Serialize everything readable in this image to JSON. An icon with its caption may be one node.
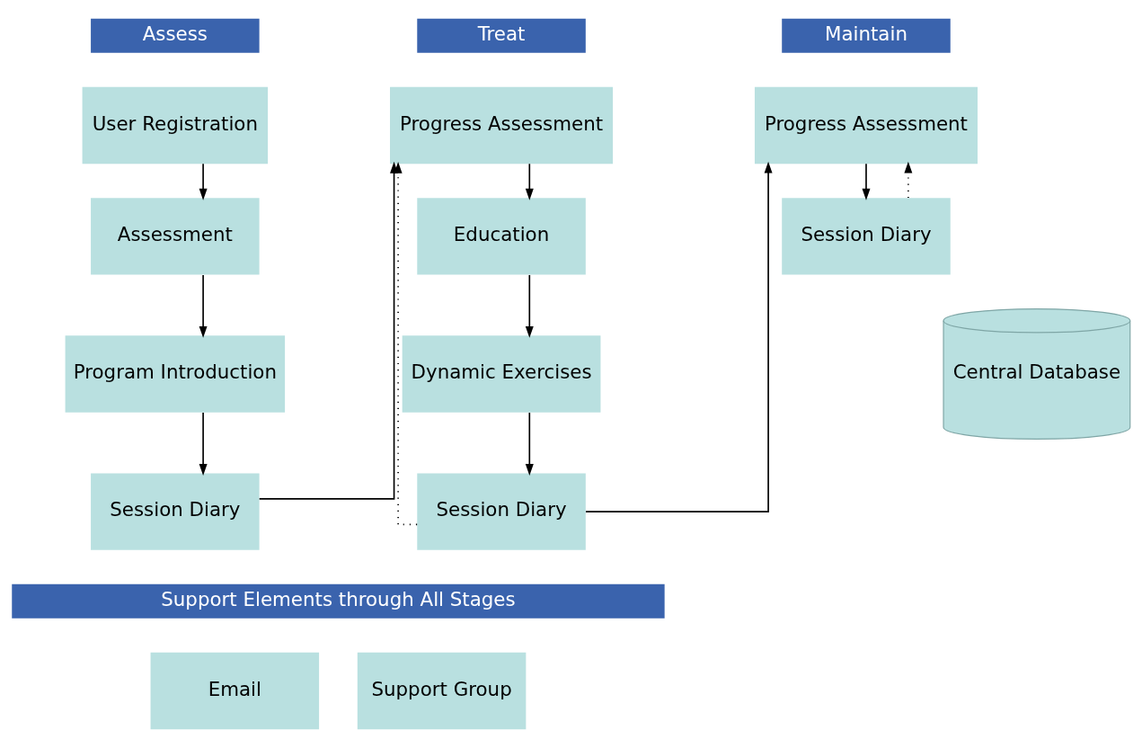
{
  "diagram": {
    "nodes": [
      {
        "text": [
          "Assess"
        ]
      },
      {
        "text": [
          "Treat"
        ]
      },
      {
        "text": [
          "Maintain"
        ]
      },
      {
        "text": [
          "User Registration"
        ]
      },
      {
        "text": [
          "Assessment"
        ]
      },
      {
        "text": [
          "Program Introduction"
        ]
      },
      {
        "text": [
          "Session Diary"
        ]
      },
      {
        "text": [
          "Progress Assessment"
        ]
      },
      {
        "text": [
          "Education"
        ]
      },
      {
        "text": [
          "Dynamic Exercises"
        ]
      },
      {
        "text": [
          "Session Diary"
        ]
      },
      {
        "text": [
          "Progress Assessment"
        ]
      },
      {
        "text": [
          "Session Diary"
        ]
      },
      {
        "text": [
          "Support Elements through All Stages"
        ]
      },
      {
        "text": [
          "Email"
        ]
      },
      {
        "text": [
          "Support Group"
        ]
      },
      {
        "text": [
          "Central Database"
        ]
      }
    ],
    "edges": [
      {
        "from": 3,
        "to": 4,
        "arrow": "to"
      },
      {
        "from": 4,
        "to": 5,
        "arrow": "to"
      },
      {
        "from": 5,
        "to": 6,
        "arrow": "to"
      },
      {
        "from": 6,
        "to": 7,
        "arrow": "to"
      },
      {
        "from": 7,
        "to": 8,
        "arrow": "to"
      },
      {
        "from": 8,
        "to": 9,
        "arrow": "to"
      },
      {
        "from": 9,
        "to": 10,
        "arrow": "to"
      },
      {
        "from": 10,
        "to": 7,
        "arrow": "to",
        "style": "dashed"
      },
      {
        "from": 10,
        "to": 11,
        "arrow": "to"
      },
      {
        "from": 11,
        "to": 12,
        "arrow": "to"
      },
      {
        "from": 12,
        "to": 11,
        "arrow": "to",
        "style": "dashed"
      }
    ]
  }
}
